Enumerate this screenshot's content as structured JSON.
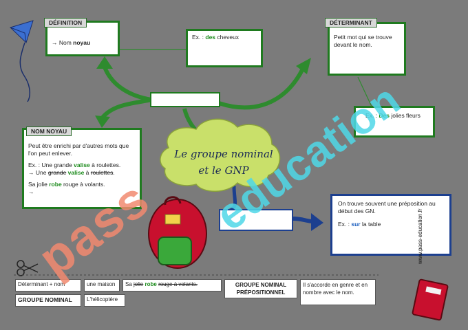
{
  "center": {
    "line1": "Le groupe nominal",
    "line2": "et le GNP"
  },
  "definition": {
    "tag": "DÉFINITION",
    "arrow": "→ Nom ",
    "bold": "noyau"
  },
  "example_top": {
    "prefix": "Ex. : ",
    "highlight": "des",
    "rest": " cheveux"
  },
  "determinant": {
    "tag": "DÉTERMINANT",
    "text": "Petit mot qui se trouve devant le nom."
  },
  "example_det": {
    "prefix": "Ex. : ",
    "highlight": "Des",
    "rest": " jolies fleurs"
  },
  "nom_noyau": {
    "tag": "NOM NOYAU",
    "text": "Peut être enrichi par d'autres mots que l'on peut enlever.",
    "ex_prefix": "Ex. : Une grande ",
    "ex_highlight": "valise",
    "ex_rest": " à roulettes.",
    "arrow_a": "→ Une ",
    "arrow_strike1": "grande",
    "arrow_highlight": "valise",
    "arrow_b": " à ",
    "arrow_strike2": "roulettes",
    "arrow_end": ".",
    "s2_a": "Sa jolie ",
    "s2_highlight": "robe",
    "s2_rest": " rouge à volants.",
    "last_arrow": "→"
  },
  "gnp_box": {
    "text": "On trouve souvent une préposition au début des GN.",
    "ex_prefix": "Ex. : ",
    "ex_highlight": "sur",
    "ex_rest": " la table"
  },
  "table": {
    "c1": "Déterminant + nom",
    "c2": "une maison",
    "c3_a": "Sa ",
    "c3_strike1": "jolie",
    "c3_highlight": "robe",
    "c3_strike2": "rouge à volants.",
    "c4": "GROUPE NOMINAL",
    "c5": "L'hélicoptère",
    "c6": "GROUPE NOMINAL PRÉPOSITIONNEL",
    "c7": "Il s'accorde en genre et en nombre avec le nom."
  },
  "watermark": {
    "pass": "pass",
    "education": "education"
  },
  "site": "www.pass-education.fr",
  "colors": {
    "green": "#1f7a1f",
    "blue": "#1c3f8f",
    "highlight_green": "#1a8a1a",
    "highlight_blue": "#1c5fbf"
  }
}
